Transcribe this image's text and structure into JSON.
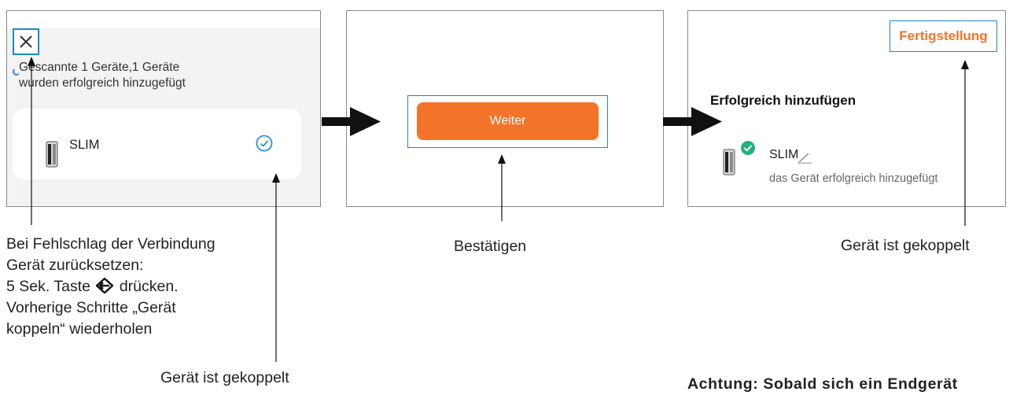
{
  "panel_1": {
    "status_line_1": "Gescannte 1 Geräte,1 Geräte",
    "status_line_2": "wurden erfolgreich hinzugefügt",
    "device_name": "SLIM"
  },
  "panel_2": {
    "button_label": "Weiter"
  },
  "panel_3": {
    "finish_label": "Fertigstellung",
    "heading": "Erfolgreich hinzufügen",
    "device_name": "SLIM",
    "device_status": "das Gerät erfolgreich hinzugefügt"
  },
  "annotations": {
    "left_line_1": "Bei Fehlschlag der Verbindung",
    "left_line_2": "Gerät zurücksetzen:",
    "left_line_3_before": "5 Sek. Taste",
    "left_line_3_after": "drücken.",
    "left_line_4": "Vorherige Schritte „Gerät",
    "left_line_5": "koppeln“ wiederholen",
    "left_bottom": "Gerät ist gekoppelt",
    "middle": "Bestätigen",
    "right": "Gerät ist gekoppelt",
    "warning": "Achtung: Sobald sich ein Endgerät"
  },
  "colors": {
    "accent_orange": "#f37329",
    "highlight_blue": "#1a8ac4",
    "success_green": "#23b27d"
  }
}
